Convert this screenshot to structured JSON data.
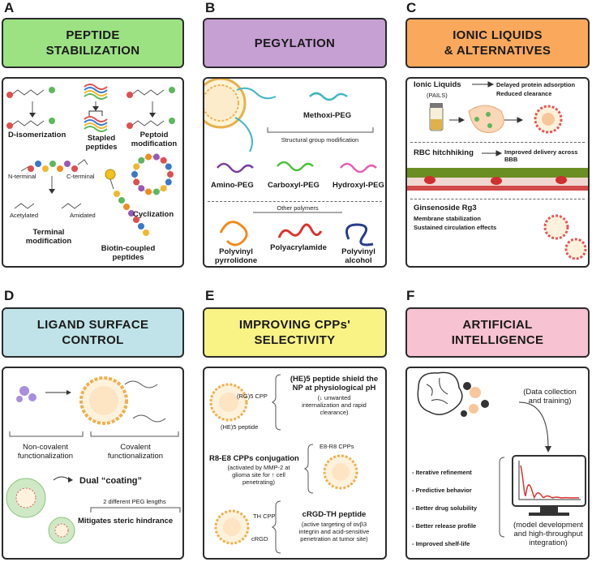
{
  "panels": [
    {
      "letter": "A",
      "title": "PEPTIDE\nSTABILIZATION",
      "color": "#9ce283"
    },
    {
      "letter": "B",
      "title": "PEGYLATION",
      "color": "#c69fd3"
    },
    {
      "letter": "C",
      "title": "IONIC LIQUIDS\n& ALTERNATIVES",
      "color": "#f9a85c"
    },
    {
      "letter": "D",
      "title": "LIGAND SURFACE\nCONTROL",
      "color": "#bfe3e8"
    },
    {
      "letter": "E",
      "title": "IMPROVING CPPs'\nSELECTIVITY",
      "color": "#f8f384"
    },
    {
      "letter": "F",
      "title": "ARTIFICIAL\nINTELLIGENCE",
      "color": "#f7c2d2"
    }
  ],
  "a": {
    "d_iso": "D-isomerization",
    "stapled": "Stapled\npeptides",
    "peptoid": "Peptoid\nmodification",
    "n_term": "N-terminal",
    "c_term": "C-terminal",
    "acetylated": "Acetylated",
    "amidated": "Amidated",
    "terminal": "Terminal\nmodification",
    "cyclization": "Cyclization",
    "biotin": "Biotin-coupled\npeptides"
  },
  "b": {
    "methoxi": "Methoxi-PEG",
    "structural": "Structural group modification",
    "amino": "Amino-PEG",
    "carboxyl": "Carboxyl-PEG",
    "hydroxyl": "Hydroxyl-PEG",
    "other": "Other polymers",
    "pvp": "Polyvinyl\npyrrolidone",
    "paa": "Polyacrylamide",
    "pva": "Polyvinyl\nalcohol"
  },
  "c": {
    "il": "Ionic Liquids",
    "pails": "(PAILS)",
    "delayed": "Delayed protein adsorption",
    "reduced": "Reduced clearance",
    "rbc": "RBC hitchhiking",
    "improved": "Improved delivery across\nBBB",
    "gin": "Ginsenoside Rg3",
    "membrane": "Membrane stabilization",
    "sustained": "Sustained circulation effects"
  },
  "d": {
    "noncov": "Non-covalent\nfunctionalization",
    "cov": "Covalent\nfunctionalization",
    "dual": "Dual “coating”",
    "peg": "2 different PEG lengths",
    "mitigates": "Mitigates steric hindrance"
  },
  "e": {
    "rg5": "(RG)5 CPP",
    "he5_small": "(HE)5 peptide",
    "he5_title": "(HE)5 peptide shield the\nNP at physiological pH",
    "he5_desc": "(↓ unwanted\ninternalization and rapid\nclearance)",
    "e8r8_label": "E8-R8 CPPs",
    "r8_title": "R8-E8 CPPs conjugation",
    "r8_desc": "(activated by MMP-2 at\nglioma site for ↑ cell\npenetrating)",
    "th": "TH CPP",
    "crgd": "cRGD",
    "crgd_title": "cRGD-TH peptide",
    "crgd_desc": "(active targeting of αvβ3\nintegrin and acid-sensitive\npenetration at tumor site)"
  },
  "f": {
    "data": "(Data collection\nand training)",
    "items": [
      "- Iterative refinement",
      "- Predictive behavior",
      "- Better drug solubility",
      "- Better release profile",
      "- Improved shelf-life"
    ],
    "model": "(model development\nand high-throughput\nintegration)"
  }
}
